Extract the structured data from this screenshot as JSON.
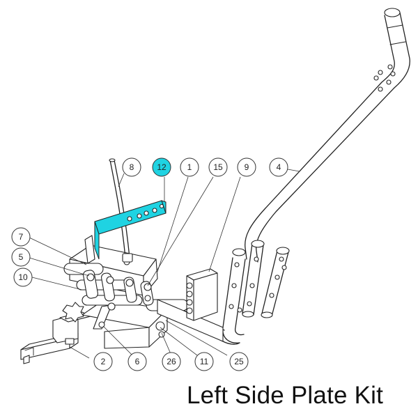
{
  "title": "Left Side Plate Kit",
  "highlight_color": "#1fd3e2",
  "callouts": {
    "c8": "8",
    "c12": "12",
    "c1": "1",
    "c15": "15",
    "c9": "9",
    "c4": "4",
    "c7": "7",
    "c5": "5",
    "c10": "10",
    "c2": "2",
    "c6": "6",
    "c26": "26",
    "c11": "11",
    "c25": "25"
  }
}
